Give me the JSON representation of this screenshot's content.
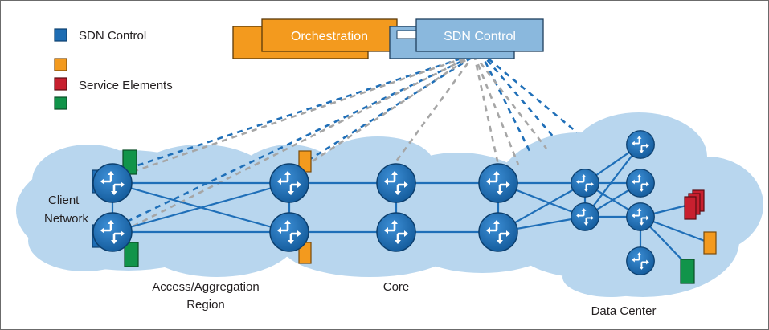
{
  "legend": {
    "sdn_control": "SDN Control",
    "service_elements": "Service Elements"
  },
  "top": {
    "orchestration": "Orchestration",
    "sdn_control": "SDN Control"
  },
  "labels": {
    "client_line1": "Client",
    "client_line2": "Network",
    "access_line1": "Access/Aggregation",
    "access_line2": "Region",
    "core": "Core",
    "data_center": "Data Center"
  },
  "colors": {
    "sdn_blue": "#1e6db3",
    "orchestration_orange": "#f39a1e",
    "service_red": "#c8202f",
    "service_green": "#11944a",
    "cloud": "#b8d6ee",
    "router": "#1f6fb8",
    "link": "#1f6fb8",
    "orchestration_link": "#a6a6a6"
  },
  "icons": [
    "router-icon",
    "service-element-icon",
    "cloud-icon"
  ]
}
